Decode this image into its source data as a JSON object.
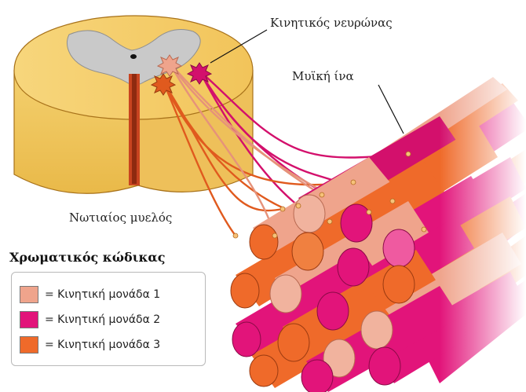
{
  "labels": {
    "motor_neuron": "Κινητικός νευρώνας",
    "muscle_fiber": "Μυϊκή ίνα",
    "spinal_cord": "Νωτιαίος μυελός"
  },
  "legend": {
    "title": "Χρωματικός κώδικας",
    "items": [
      {
        "label": "= Κινητική μονάδα 1",
        "color": "#efa48c"
      },
      {
        "label": "= Κινητική μονάδα 2",
        "color": "#e2147a"
      },
      {
        "label": "= Κινητική μονάδα 3",
        "color": "#ef6a2a"
      }
    ]
  },
  "colors": {
    "unit1": "#efa48c",
    "unit2": "#e2147a",
    "unit3": "#ef6a2a",
    "white_matter": "#f4cc62",
    "gray_matter": "#c8c8c8"
  }
}
